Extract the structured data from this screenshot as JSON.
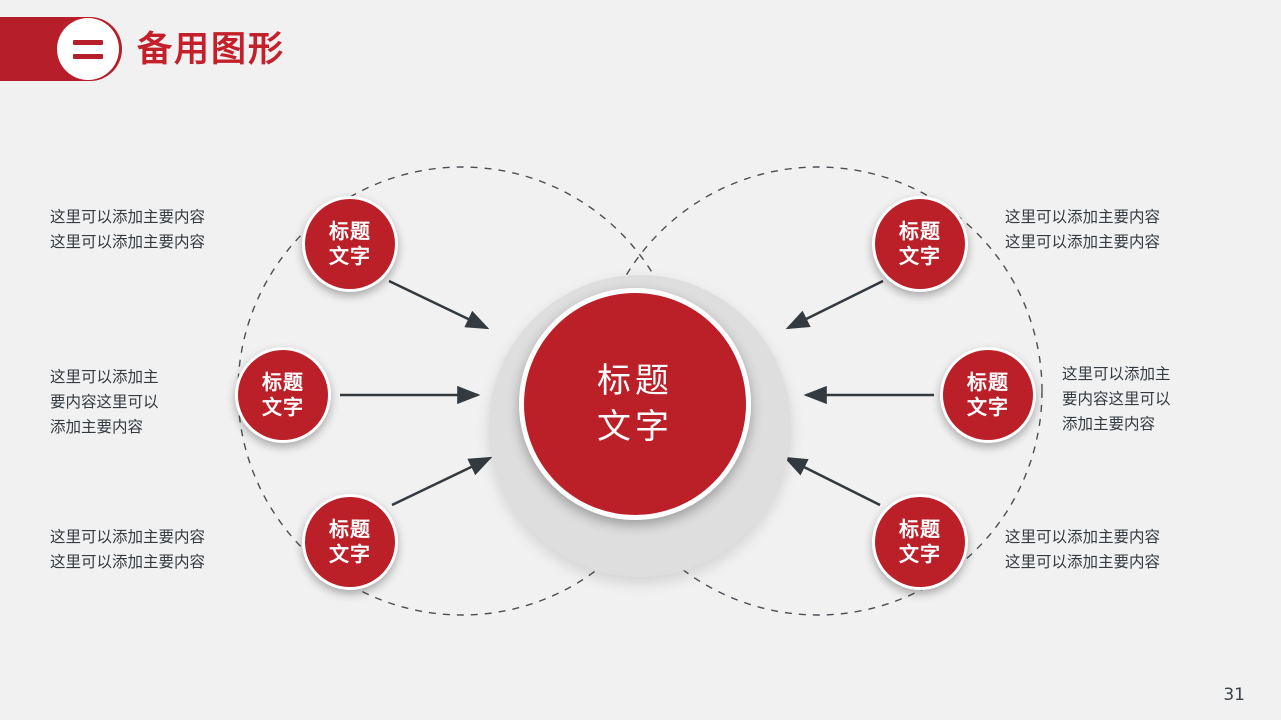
{
  "slide": {
    "background_color": "#f1f1f1",
    "accent_color": "#bb1f28",
    "page_number": "31"
  },
  "header": {
    "index_label": "二",
    "title": "备用图形"
  },
  "center": {
    "line1": "标题",
    "line2": "文字"
  },
  "nodes": [
    {
      "id": "top-left",
      "line1": "标题",
      "line2": "文字"
    },
    {
      "id": "middle-left",
      "line1": "标题",
      "line2": "文字"
    },
    {
      "id": "bottom-left",
      "line1": "标题",
      "line2": "文字"
    },
    {
      "id": "top-right",
      "line1": "标题",
      "line2": "文字"
    },
    {
      "id": "middle-right",
      "line1": "标题",
      "line2": "文字"
    },
    {
      "id": "bottom-right",
      "line1": "标题",
      "line2": "文字"
    }
  ],
  "captions": {
    "top_left": "这里可以添加主要内容\n这里可以添加主要内容",
    "middle_left": "这里可以添加主\n要内容这里可以\n添加主要内容",
    "bottom_left": "这里可以添加主要内容\n这里可以添加主要内容",
    "top_right": "这里可以添加主要内容\n这里可以添加主要内容",
    "middle_right": "这里可以添加主\n要内容这里可以\n添加主要内容",
    "bottom_right": "这里可以添加主要内容\n这里可以添加主要内容"
  }
}
